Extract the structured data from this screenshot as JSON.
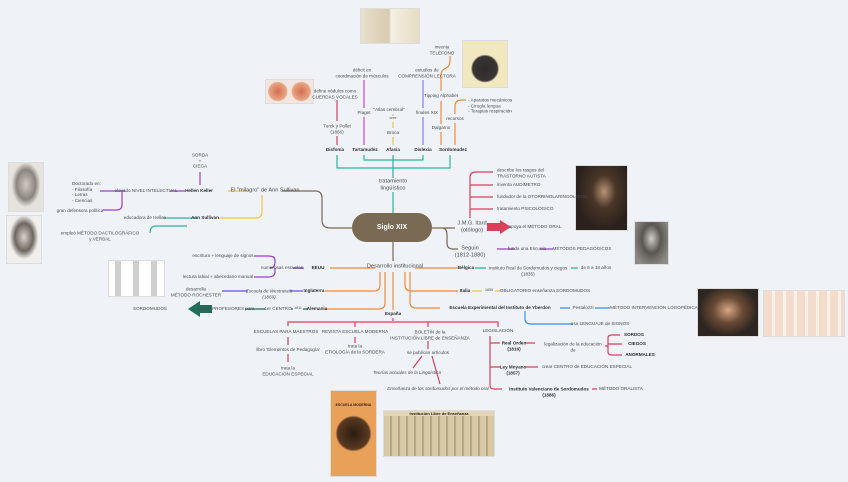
{
  "center": "Siglo XIX",
  "colors": {
    "center": "#7a6a53",
    "teal": "#2bb5a0",
    "red": "#d9405a",
    "orange": "#f08a3c",
    "purple": "#9b3fd0",
    "yellow": "#f6c343",
    "blue": "#3d8fe0",
    "green": "#1f6e5a"
  },
  "ling": {
    "title": "tratamiento\nlingüístico",
    "disfonia": "Disfonía",
    "turck": "Turck y Pollet\n(1866)",
    "cuerdas": "define nódulos como\nCUERDAS VOCALES",
    "tartamudez": "Tartamudez",
    "piaget": "Piaget",
    "deficit": "déficit en\ncoordinación de músculos",
    "afasia": "Afasia",
    "broca": "Broca",
    "cree": "cree",
    "atlas": "\"Atlas cerebral\"",
    "dislexia": "Dislexia",
    "finales": "finales XIX",
    "comprension": "estudios de\nCOMPRENSIÓN LECTORA",
    "sordomudez": "Sordomudez",
    "dalgarno": "Dalgarno",
    "tipping": "Tipping Alphabet",
    "telefono": "inventa\nTELÉFONO",
    "recursos": "recursos",
    "recursos_list": "- Aparatos mecánicos\n- Cirugía lengua\n- Terapias respiración"
  },
  "sullivan": {
    "title": "El \"milagro\" de Ann Sullivan",
    "keller": "Hellen Keller",
    "sorda": "SORDA\n+\nCIEGA",
    "nivel": "elevado NIVEL INTELECTUAL",
    "doctorado": "Doctorado en:\n- Filosofía\n- Letras\n- Ciencias",
    "defensora": "gran defensora política",
    "ann": "Ann Sullivan",
    "educadora": "educadora de Hellen",
    "metodo": "empleó MÉTODO DACTILOGRÁFICO\ny VERBAL"
  },
  "itard": {
    "name": "J.M.G. Itard\n(otólogo)",
    "items": [
      "describe los rasgos del\nTRASTORNO AUTISTA",
      "inventa AUDÍMETRO",
      "fundador de la OTORRINOLARINGOLOGÍA",
      "tratamiento PSICOLÓGICO"
    ],
    "oral": "apoya el MÉTODO ORAL"
  },
  "seguin": {
    "name": "Seguin\n(1812-1880)",
    "escuela": "funda una Escuela",
    "metodos": "MÉTODOS PEDAGÓGICOS"
  },
  "inst": {
    "title": "Desarrollo institucional",
    "eeuu": "EEUU",
    "numerosas": "numerosas escuelas",
    "escritura": "escritura + lenguaje de signos",
    "lectura": "lectura labial + abecedario manual",
    "inglaterra": "Inglaterra",
    "westnewitt": "Escuela de Westnewitt\n(1869)",
    "rochester": "desarrolla\nMÉTODO ROCHESTER",
    "alemania": "Alemania",
    "y1811": "1811",
    "centro": "1er CENTRO",
    "profesores": "formar PROFESORES para",
    "sordomudos": "SORDOMUDOS",
    "belgica": "Bélgica",
    "instituto_real": "Instituto Real de Sordomudos y ciegos\n(1835)",
    "edad": "de 6 a 18 años",
    "italia": "Italia",
    "y1855": "1855",
    "obligatorio": "OBLIGATORIO enseñanza SORDOMUDOS",
    "yberdon": "Escuela Experimental del Instituto de Yberdon",
    "pestalozzi": "Pestalozzi",
    "logopedica": "MÉTODO INTERVENCIÓN LOGOPÉDICA",
    "signos": "usa LENGUAJE de SIGNOS"
  },
  "espana": {
    "title": "España",
    "escuelas": "ESCUELAS PARA MAESTROS",
    "libro": "libro 'Elementos de Pedagogía'",
    "especial": "trata la\nEDUCACIÓN ESPECIAL",
    "revista": "REVISTA ESCUELA MODERNA",
    "etiologia": "trata la\nETIOLOGÍA de la SORDERA",
    "boletin": "BOLETÍN de la\nINSTITUCIÓN LIBRE de ENSEÑANZA",
    "articulos": "se publican artículos",
    "teorias": "Teorías actuales de la Lingüística",
    "ensenanza": "Enseñanza de los sordomudos por el método oral",
    "legislacion": "LEGISLACIÓN",
    "real_orden": "Real Orden\n(1816)",
    "legalizacion": "legalización de la educación\nde",
    "sordos": "SORDOS",
    "ciegos": "CIEGOS",
    "anormales": "ANORMALES",
    "moyano": "Ley Moyano\n(1857)",
    "crear": "crear CENTRO de EDUCACIÓN ESPECIAL",
    "valenciano": "Instituto Valenciano de Sordomudos\n(1886)",
    "oralista": "MÉTODO ORALISTA"
  },
  "images": {
    "institucion_caption": "Institución Libre de Enseñanza",
    "revista_caption": "ESCUELA MODERNA"
  }
}
